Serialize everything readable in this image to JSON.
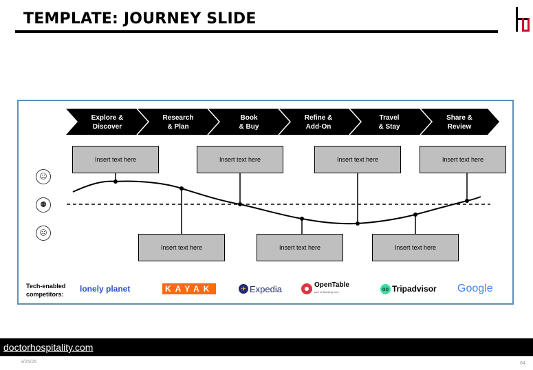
{
  "slide": {
    "title": "TEMPLATE: JOURNEY SLIDE",
    "footer_link": "doctorhospitality.com",
    "date": "3/25/25",
    "page_number": "64"
  },
  "stages": [
    {
      "label": "Explore &\nDiscover"
    },
    {
      "label": "Research\n& Plan"
    },
    {
      "label": "Book\n& Buy"
    },
    {
      "label": "Refine &\nAdd-On"
    },
    {
      "label": "Travel\n& Stay"
    },
    {
      "label": "Share &\nReview"
    }
  ],
  "top_boxes": [
    "Insert text here",
    "Insert text here",
    "Insert text here",
    "Insert text here"
  ],
  "bottom_boxes": [
    "Insert text here",
    "Insert text here",
    "Insert text here"
  ],
  "emotions": [
    "happy-face-icon",
    "neutral-face-icon",
    "sad-face-icon"
  ],
  "competitors": {
    "label": "Tech-enabled\ncompetitors:",
    "items": [
      {
        "name": "lonely planet",
        "color": "#2a54c8"
      },
      {
        "name": "KAYAK",
        "color": "#ff690f"
      },
      {
        "name": "Expedia",
        "color": "#1f2b6c"
      },
      {
        "name": "OpenTable",
        "color": "#da3743",
        "sub": "part of Booking.com"
      },
      {
        "name": "Tripadvisor",
        "color": "#000000"
      },
      {
        "name": "Google",
        "color": "#4285f4"
      }
    ]
  },
  "colors": {
    "accent_border": "#5f8fb8",
    "box_fill": "#bfbfbf",
    "logo_red": "#c8102e"
  }
}
